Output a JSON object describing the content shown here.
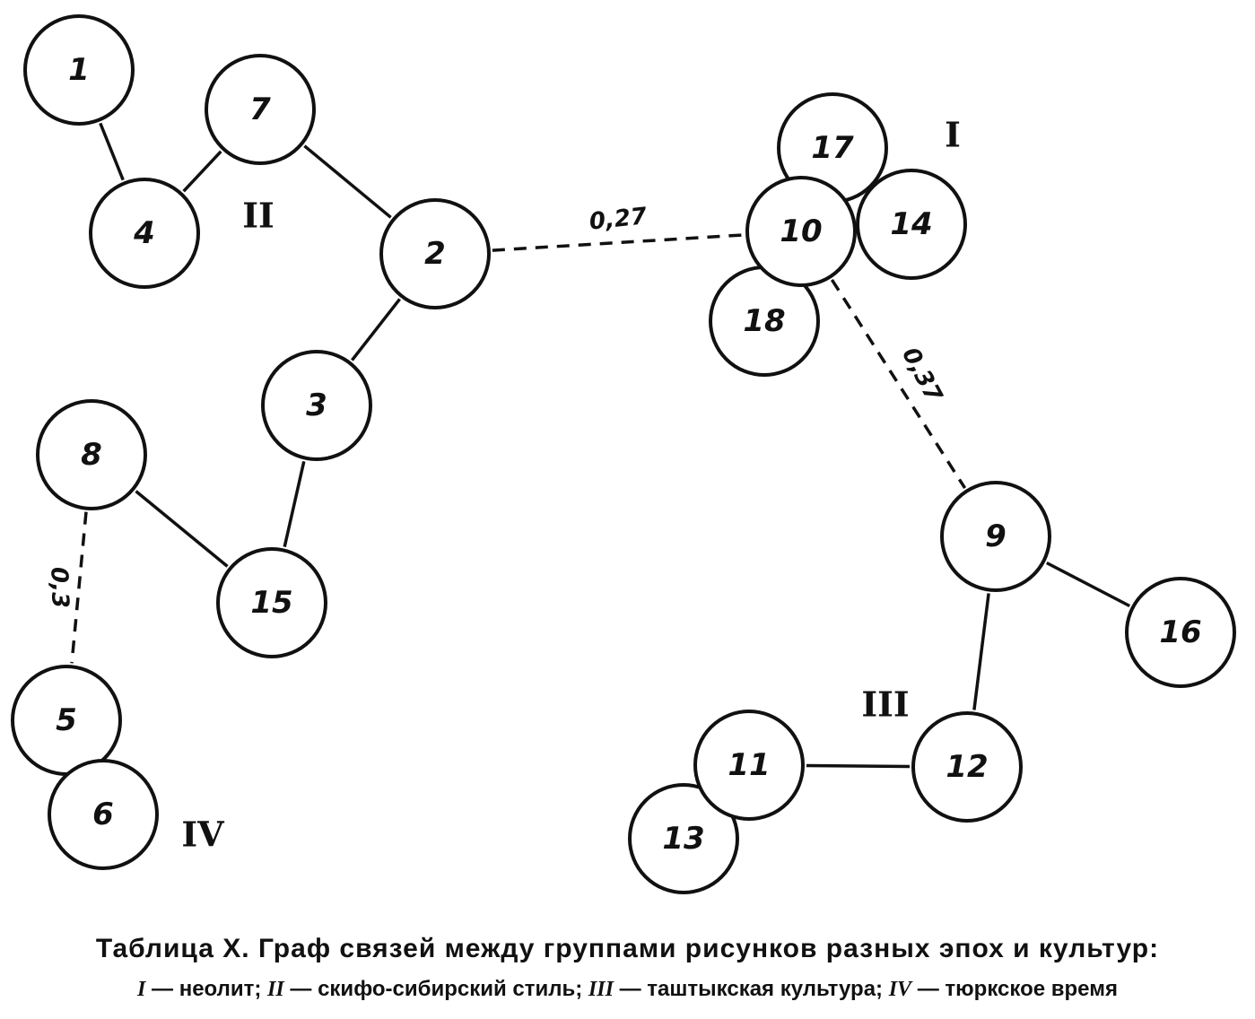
{
  "nodes": [
    {
      "id": "1",
      "label": "1"
    },
    {
      "id": "2",
      "label": "2"
    },
    {
      "id": "3",
      "label": "3"
    },
    {
      "id": "4",
      "label": "4"
    },
    {
      "id": "5",
      "label": "5"
    },
    {
      "id": "6",
      "label": "6"
    },
    {
      "id": "7",
      "label": "7"
    },
    {
      "id": "8",
      "label": "8"
    },
    {
      "id": "9",
      "label": "9"
    },
    {
      "id": "10",
      "label": "10"
    },
    {
      "id": "11",
      "label": "11"
    },
    {
      "id": "12",
      "label": "12"
    },
    {
      "id": "13",
      "label": "13"
    },
    {
      "id": "14",
      "label": "14"
    },
    {
      "id": "15",
      "label": "15"
    },
    {
      "id": "16",
      "label": "16"
    },
    {
      "id": "17",
      "label": "17"
    },
    {
      "id": "18",
      "label": "18"
    }
  ],
  "edges": [
    {
      "from": "1",
      "to": "4",
      "style": "solid",
      "weight": ""
    },
    {
      "from": "4",
      "to": "7",
      "style": "solid",
      "weight": ""
    },
    {
      "from": "7",
      "to": "2",
      "style": "solid",
      "weight": ""
    },
    {
      "from": "2",
      "to": "3",
      "style": "solid",
      "weight": ""
    },
    {
      "from": "3",
      "to": "15",
      "style": "solid",
      "weight": ""
    },
    {
      "from": "8",
      "to": "15",
      "style": "solid",
      "weight": ""
    },
    {
      "from": "8",
      "to": "5",
      "style": "dashed",
      "weight": "0,3"
    },
    {
      "from": "2",
      "to": "10",
      "style": "dashed",
      "weight": "0,27"
    },
    {
      "from": "10",
      "to": "9",
      "style": "dashed",
      "weight": "0,37"
    },
    {
      "from": "9",
      "to": "16",
      "style": "solid",
      "weight": ""
    },
    {
      "from": "9",
      "to": "12",
      "style": "solid",
      "weight": ""
    },
    {
      "from": "11",
      "to": "12",
      "style": "solid",
      "weight": ""
    }
  ],
  "groups": [
    {
      "id": "I",
      "label": "I"
    },
    {
      "id": "II",
      "label": "II"
    },
    {
      "id": "III",
      "label": "III"
    },
    {
      "id": "IV",
      "label": "IV"
    }
  ],
  "caption": {
    "title": "Таблица X. Граф связей между группами рисунков разных эпох и культур:",
    "legend": [
      {
        "num": "I",
        "text": "— неолит;"
      },
      {
        "num": "II",
        "text": "— скифо-сибирский стиль;"
      },
      {
        "num": "III",
        "text": "— таштыкская культура;"
      },
      {
        "num": "IV",
        "text": "— тюркское время"
      }
    ]
  }
}
